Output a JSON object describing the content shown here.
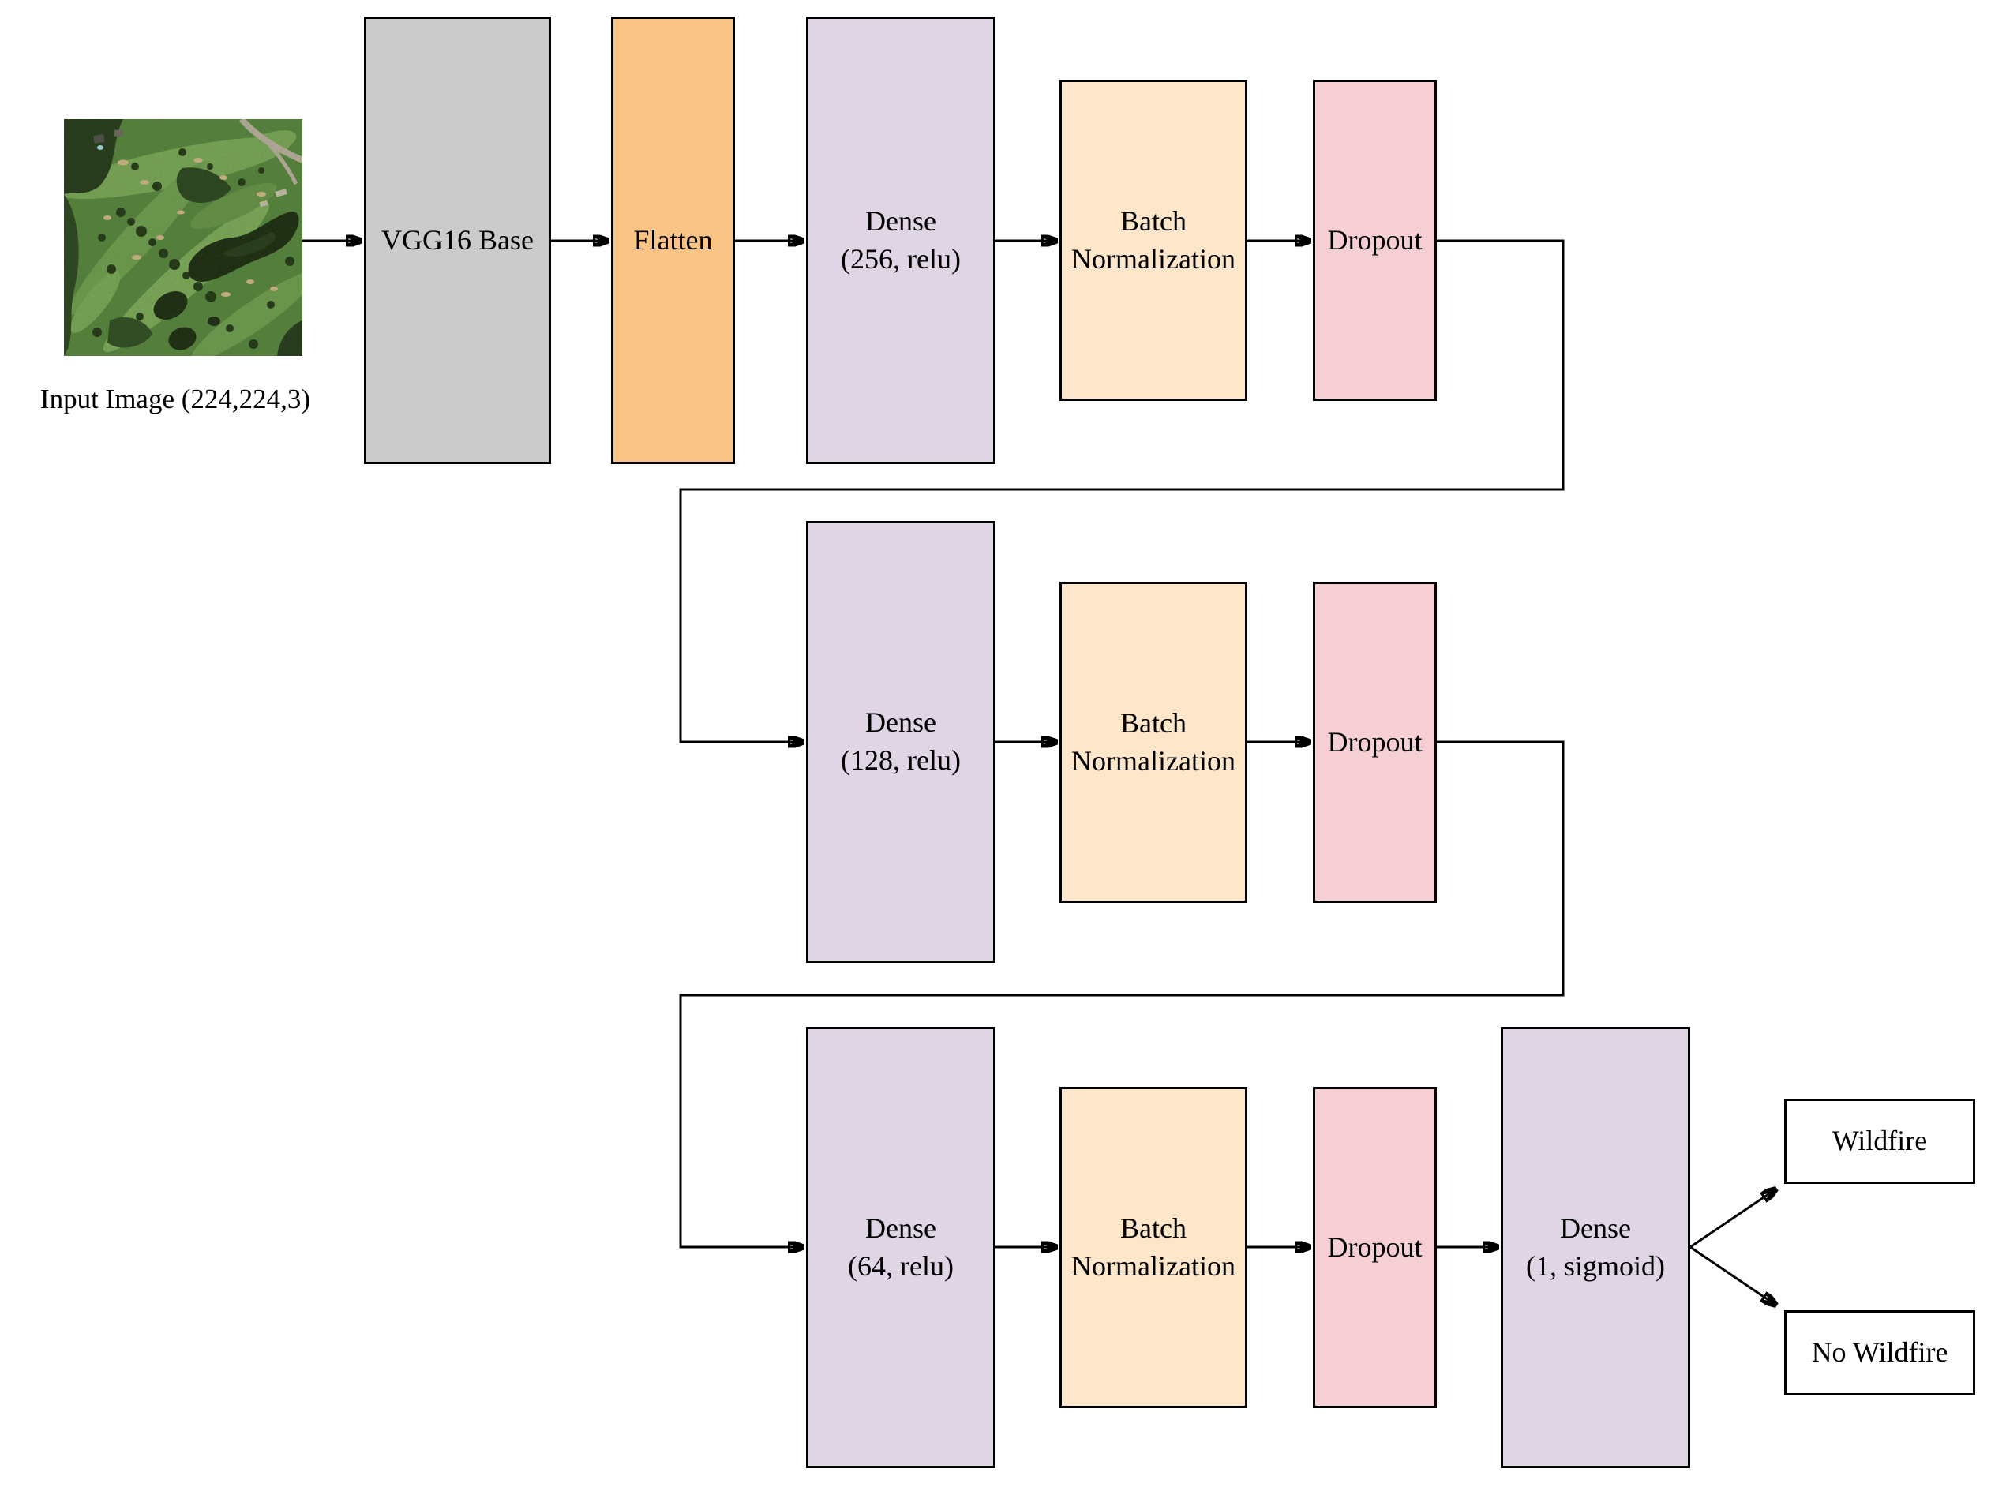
{
  "diagram": {
    "input": {
      "caption": "Input Image (224,224,3)",
      "image_name": "aerial-landscape-photo"
    },
    "layers": {
      "vgg16": {
        "line1": "VGG16 Base"
      },
      "flatten": {
        "line1": "Flatten"
      },
      "dense256": {
        "line1": "Dense",
        "line2": "(256, relu)"
      },
      "bn1": {
        "line1": "Batch",
        "line2": "Normalization"
      },
      "dropout1": {
        "line1": "Dropout"
      },
      "dense128": {
        "line1": "Dense",
        "line2": "(128, relu)"
      },
      "bn2": {
        "line1": "Batch",
        "line2": "Normalization"
      },
      "dropout2": {
        "line1": "Dropout"
      },
      "dense64": {
        "line1": "Dense",
        "line2": "(64, relu)"
      },
      "bn3": {
        "line1": "Batch",
        "line2": "Normalization"
      },
      "dropout3": {
        "line1": "Dropout"
      },
      "dense_output": {
        "line1": "Dense",
        "line2": "(1, sigmoid)"
      }
    },
    "outputs": {
      "wildfire": {
        "label": "Wildfire"
      },
      "no_wildfire": {
        "label": "No Wildfire"
      }
    },
    "colors": {
      "vgg_base": "#cbcbcb",
      "flatten": "#f9c486",
      "dense": "#dfd5e5",
      "batch_norm": "#fde6c9",
      "dropout": "#f5cfd3",
      "output_box": "#ffffff",
      "line": "#000000",
      "background": "#ffffff"
    }
  }
}
